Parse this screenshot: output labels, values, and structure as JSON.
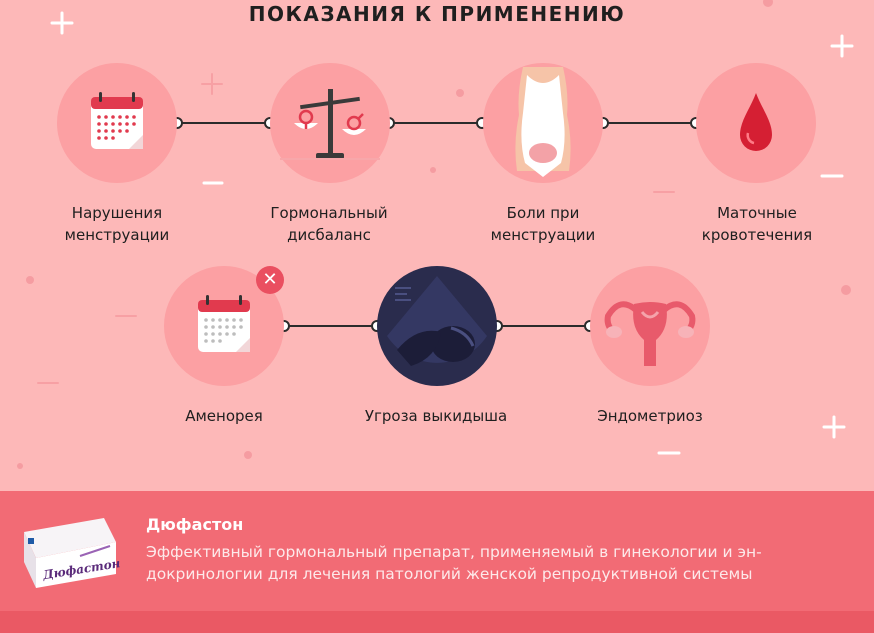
{
  "title": "ПОКАЗАНИЯ К ПРИМЕНЕНИЮ",
  "row1": [
    {
      "label_line1": "Нарушения",
      "label_line2": "менструации",
      "icon": "calendar-icon"
    },
    {
      "label_line1": "Гормональный",
      "label_line2": "дисбаланс",
      "icon": "scales-icon"
    },
    {
      "label_line1": "Боли при",
      "label_line2": "менструации",
      "icon": "female-torso-icon"
    },
    {
      "label_line1": "Маточные",
      "label_line2": "кровотечения",
      "icon": "blood-drop-icon"
    }
  ],
  "row2": [
    {
      "label": "Аменорея",
      "icon": "calendar-icon",
      "badge": "✕"
    },
    {
      "label": "Угроза выкидыша",
      "icon": "ultrasound-fetus-icon"
    },
    {
      "label": "Эндометриоз",
      "icon": "uterus-icon"
    }
  ],
  "product": {
    "name": "Дюфастон",
    "package_text": "Дюфастон",
    "description": "Эффективный гормональный препарат, применяемый в гинекологии и эн-докринологии для лечения патологий женской репродуктивной системы"
  },
  "colors": {
    "background": "#fdb8b8",
    "circle": "#fca0a3",
    "accent": "#e13a4e",
    "info_bar": "#f26b75",
    "dark_circle": "#2a2c4d"
  }
}
